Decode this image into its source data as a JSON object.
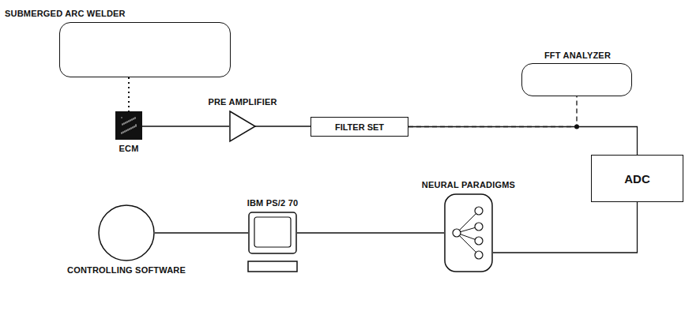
{
  "diagram": {
    "nodes": [
      {
        "text": [
          "SUBMERGED ARC WELDER"
        ]
      },
      {
        "text": [
          "ECM"
        ]
      },
      {
        "text": [
          "PRE AMPLIFIER"
        ]
      },
      {
        "text": [
          "FILTER SET"
        ]
      },
      {
        "text": [
          "FFT ANALYZER"
        ]
      },
      {
        "text": [
          "ADC"
        ]
      },
      {
        "text": [
          "NEURAL PARADIGMS"
        ]
      },
      {
        "text": [
          "IBM PS/2 70"
        ]
      },
      {
        "text": [
          "CONTROLLING SOFTWARE"
        ]
      }
    ],
    "edges": [
      {
        "from": 0,
        "to": 1,
        "arrow": "none"
      },
      {
        "from": 1,
        "to": 2,
        "arrow": "none"
      },
      {
        "from": 2,
        "to": 3,
        "arrow": "none"
      },
      {
        "from": 3,
        "to": 5,
        "arrow": "none"
      },
      {
        "from": 3,
        "to": 4,
        "arrow": "none"
      },
      {
        "from": 5,
        "to": 6,
        "arrow": "none"
      },
      {
        "from": 6,
        "to": 7,
        "arrow": "none"
      },
      {
        "from": 7,
        "to": 8,
        "arrow": "none"
      }
    ]
  }
}
